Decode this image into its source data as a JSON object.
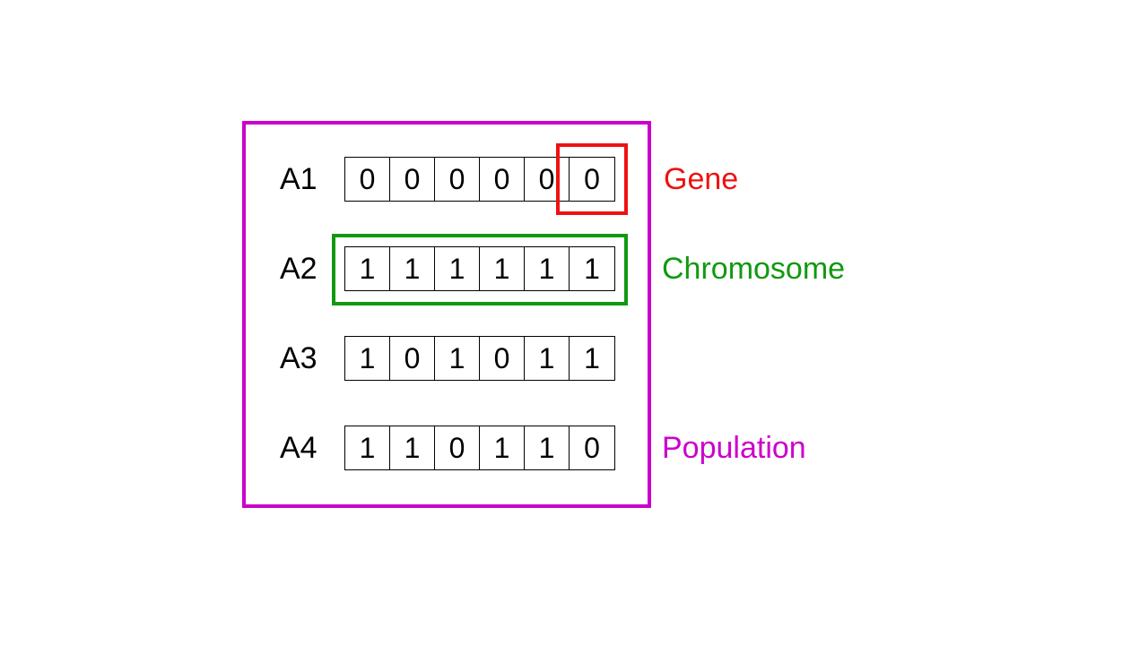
{
  "labels": {
    "gene": "Gene",
    "chromosome": "Chromosome",
    "population": "Population"
  },
  "colors": {
    "gene": "#ee1111",
    "chromosome": "#119911",
    "population": "#cc00cc"
  },
  "chromosomes": [
    {
      "name": "A1",
      "genes": [
        "0",
        "0",
        "0",
        "0",
        "0",
        "0"
      ]
    },
    {
      "name": "A2",
      "genes": [
        "1",
        "1",
        "1",
        "1",
        "1",
        "1"
      ]
    },
    {
      "name": "A3",
      "genes": [
        "1",
        "0",
        "1",
        "0",
        "1",
        "1"
      ]
    },
    {
      "name": "A4",
      "genes": [
        "1",
        "1",
        "0",
        "1",
        "1",
        "0"
      ]
    }
  ]
}
